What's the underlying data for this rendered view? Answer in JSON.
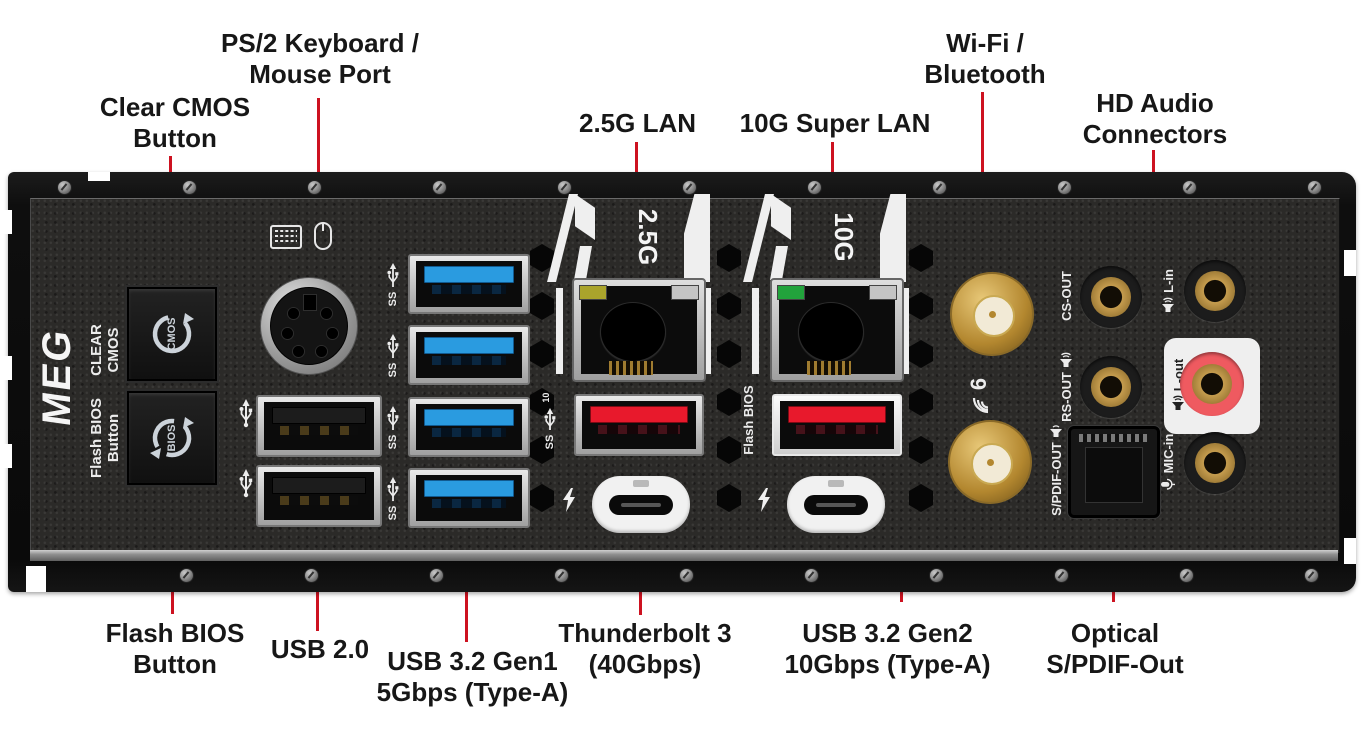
{
  "colors": {
    "callout_line_red": "#cd1220",
    "label_text": "#171717",
    "panel_plate": "#2b2a28",
    "usb_gen1_blue": "#2a9be0",
    "usb_gen2_red": "#e8192c",
    "usb2_black": "#1c1c1c",
    "antenna_gold": "#c79a45",
    "led_2_5g": "#aaa42c",
    "led_10g": "#22a33c",
    "deco_white": "#efefef",
    "lout_red": "#ef5a60"
  },
  "callouts": {
    "clear_cmos": {
      "l1": "Clear CMOS",
      "l2": "Button"
    },
    "ps2": {
      "l1": "PS/2 Keyboard /",
      "l2": "Mouse Port"
    },
    "lan_25g": {
      "l1": "2.5G LAN"
    },
    "lan_10g": {
      "l1": "10G Super LAN"
    },
    "wifi": {
      "l1": "Wi-Fi /",
      "l2": "Bluetooth"
    },
    "hd_audio": {
      "l1": "HD Audio",
      "l2": "Connectors"
    },
    "flash_bios": {
      "l1": "Flash BIOS",
      "l2": "Button"
    },
    "usb_20": {
      "l1": "USB 2.0"
    },
    "usb_32_gen1": {
      "l1": "USB 3.2 Gen1",
      "l2": "5Gbps (Type-A)"
    },
    "thunderbolt": {
      "l1": "Thunderbolt 3",
      "l2": "(40Gbps)"
    },
    "usb_32_gen2": {
      "l1": "USB 3.2 Gen2",
      "l2": "10Gbps (Type-A)"
    },
    "optical_spdif": {
      "l1": "Optical",
      "l2": "S/PDIF-Out"
    }
  },
  "panel": {
    "logo": "MEG",
    "clear_cmos_side": {
      "l1": "CLEAR",
      "l2": "CMOS"
    },
    "clear_cmos_icon_text": "CMOS",
    "flash_bios_side": {
      "l1": "Flash BIOS",
      "l2": "Button"
    },
    "flash_bios_icon_text": "BIOS",
    "badge_25g": "2.5G",
    "badge_10g": "10G",
    "ss_text": "SS",
    "ss10_text": "10",
    "flash_bios_port_label": "Flash BIOS",
    "wifi6_text": "6",
    "audio": {
      "cs_out": "CS-OUT",
      "l_in": "L-in",
      "rs_out": "RS-OUT",
      "l_out": "L-out",
      "mic_in": "MIC-in",
      "spdif_out": "S/PDIF-OUT"
    }
  }
}
